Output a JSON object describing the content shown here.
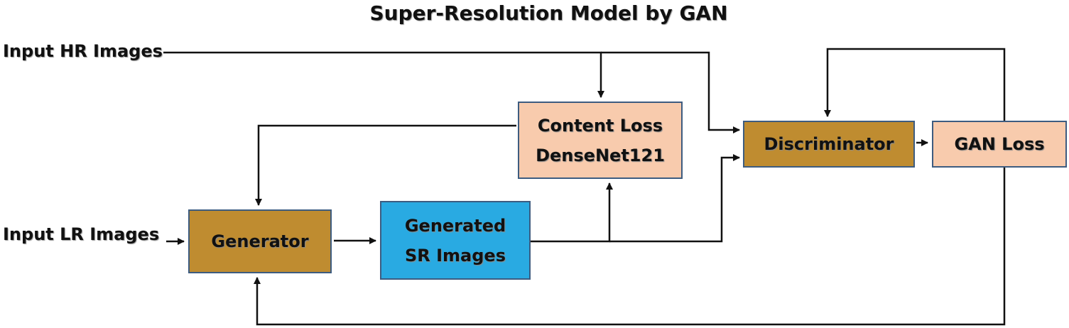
{
  "title": "Super-Resolution Model by GAN",
  "inputs": {
    "hr": "Input HR Images",
    "lr": "Input LR Images"
  },
  "nodes": {
    "generator": {
      "label": "Generator",
      "color": "#bf8c30"
    },
    "generated": {
      "line1": "Generated",
      "line2": "SR Images",
      "color": "#29aae2"
    },
    "content_loss": {
      "line1": "Content Loss",
      "line2": "DenseNet121",
      "color": "#f8cbad"
    },
    "discriminator": {
      "label": "Discriminator",
      "color": "#bf8c30"
    },
    "gan_loss": {
      "label": "GAN Loss",
      "color": "#f8cbad"
    }
  },
  "colors": {
    "border": "#3d5c80",
    "arrow": "#111111"
  }
}
